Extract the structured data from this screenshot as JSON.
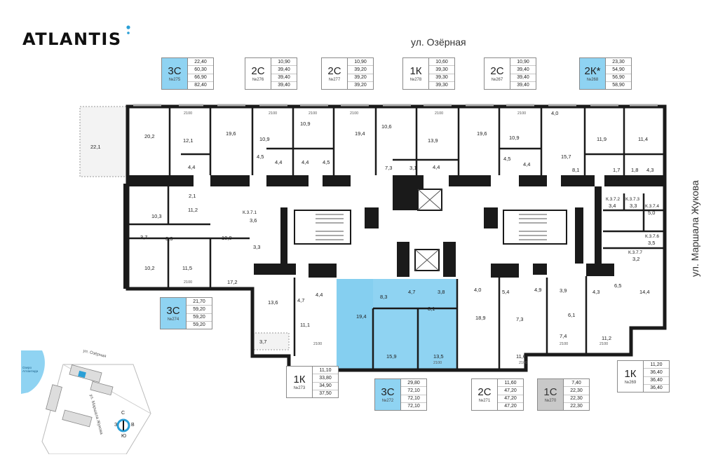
{
  "logo": {
    "text": "ATLANTIS",
    "accent_color": "#2a9fd6"
  },
  "streets": {
    "top": "ул. Озёрная",
    "right": "ул. Маршала Жукова"
  },
  "highlight_color": "#8fd3f2",
  "apartments": [
    {
      "code": "3С",
      "number": "№275",
      "values": [
        "22,40",
        "60,30",
        "66,90",
        "82,40"
      ],
      "style": "blue"
    },
    {
      "code": "2С",
      "number": "№276",
      "values": [
        "10,90",
        "39,40",
        "39,40",
        "39,40"
      ],
      "style": "plain"
    },
    {
      "code": "2С",
      "number": "№277",
      "values": [
        "10,90",
        "39,20",
        "39,20",
        "39,20"
      ],
      "style": "plain"
    },
    {
      "code": "1К",
      "number": "№278",
      "values": [
        "10,60",
        "39,30",
        "39,30",
        "39,30"
      ],
      "style": "plain"
    },
    {
      "code": "2С",
      "number": "№267",
      "values": [
        "10,90",
        "39,40",
        "39,40",
        "39,40"
      ],
      "style": "plain"
    },
    {
      "code": "2К*",
      "number": "№268",
      "values": [
        "23,30",
        "54,90",
        "56,90",
        "58,90"
      ],
      "style": "blue"
    },
    {
      "code": "3С",
      "number": "№274",
      "values": [
        "21,70",
        "59,20",
        "59,20",
        "59,20"
      ],
      "style": "blue"
    },
    {
      "code": "1К",
      "number": "№273",
      "values": [
        "11,10",
        "33,80",
        "34,90",
        "37,50"
      ],
      "style": "plain"
    },
    {
      "code": "3С",
      "number": "№272",
      "values": [
        "29,80",
        "72,10",
        "72,10",
        "72,10"
      ],
      "style": "blue"
    },
    {
      "code": "2С",
      "number": "№271",
      "values": [
        "11,60",
        "47,20",
        "47,20",
        "47,20"
      ],
      "style": "plain"
    },
    {
      "code": "1С",
      "number": "№270",
      "values": [
        "7,40",
        "22,30",
        "22,30",
        "22,30"
      ],
      "style": "grey"
    },
    {
      "code": "1К",
      "number": "№269",
      "values": [
        "11,20",
        "36,40",
        "36,40",
        "36,40"
      ],
      "style": "plain"
    }
  ],
  "room_areas": {
    "r1": "22,1",
    "r2": "20,2",
    "r3": "12,1",
    "r4": "4,4",
    "r5": "19,6",
    "r6": "10,9",
    "r7": "4,5",
    "r8": "4,4",
    "r9": "10,9",
    "r10": "4,4",
    "r11": "4,5",
    "r12": "19,4",
    "r13": "10,6",
    "r14": "13,9",
    "r15": "7,3",
    "r16": "3,1",
    "r17": "4,4",
    "r18": "19,6",
    "r19": "10,9",
    "r20": "4,5",
    "r21": "4,4",
    "r22": "4,0",
    "r23": "15,7",
    "r24": "11,9",
    "r25": "11,4",
    "r26": "8,1",
    "r27": "1,7",
    "r28": "1,8",
    "r29": "4,3",
    "r30": "2,1",
    "r31": "11,2",
    "r32": "10,3",
    "r33": "3,6",
    "r34": "3,7",
    "r35": "3,3",
    "r36": "10,0",
    "r37": "3,3",
    "r38": "10,2",
    "r39": "11,5",
    "r40": "17,2",
    "r41": "13,6",
    "r42": "4,7",
    "r43": "4,4",
    "r44": "11,1",
    "r45": "3,7",
    "r46": "19,4",
    "r47": "8,3",
    "r48": "4,7",
    "r49": "3,8",
    "r50": "8,1",
    "r51": "15,9",
    "r52": "13,5",
    "r53": "4,0",
    "r54": "5,4",
    "r55": "18,9",
    "r56": "7,3",
    "r57": "11,6",
    "r58": "4,9",
    "r59": "3,9",
    "r60": "6,1",
    "r61": "7,4",
    "r62": "4,3",
    "r63": "6,5",
    "r64": "14,4",
    "r65": "11,2",
    "r66": "3,4",
    "r67": "3,3",
    "r68": "5,0",
    "r69": "3,5",
    "r70": "3,2"
  },
  "room_labels": {
    "k1": "К.3.7.1",
    "k2": "К.3.7.2",
    "k3": "К.3.7.3",
    "k4": "К.3.7.4",
    "k5": "К.3.7.6",
    "k6": "К.3.7.7"
  },
  "window_height": "2100",
  "minimap": {
    "street_top": "ул. Озёрная",
    "street_side": "ул. Маршала Жукова",
    "water_label": "Озеро Атлантида",
    "compass": {
      "n": "С",
      "s": "Ю",
      "w": "З",
      "e": "В"
    }
  }
}
